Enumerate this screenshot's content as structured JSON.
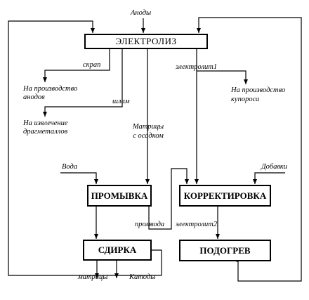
{
  "boxes": {
    "electrolysis": "ЭЛЕКТРОЛИЗ",
    "washing": "ПРОМЫВКА",
    "correction": "КОРРЕКТИРОВКА",
    "stripping": "СДИРКА",
    "heating": "ПОДОГРЕВ"
  },
  "labels": {
    "anodes": "Аноды",
    "scrap": "скрап",
    "scrap_dest_1": "На производство",
    "scrap_dest_2": "анодов",
    "sludge": "шлам",
    "sludge_dest_1": "На извлечение",
    "sludge_dest_2": "драгметаллов",
    "matrices_1": "Матрицы",
    "matrices_2": "с осадком",
    "electrolyte1": "электролит1",
    "vitriol_dest_1": "На производство",
    "vitriol_dest_2": "купороса",
    "water": "Вода",
    "additives": "Добавки",
    "wash_water": "промвода",
    "electrolyte2": "электролит2",
    "matrices_out": "матрицы",
    "cathodes": "Катоды"
  }
}
